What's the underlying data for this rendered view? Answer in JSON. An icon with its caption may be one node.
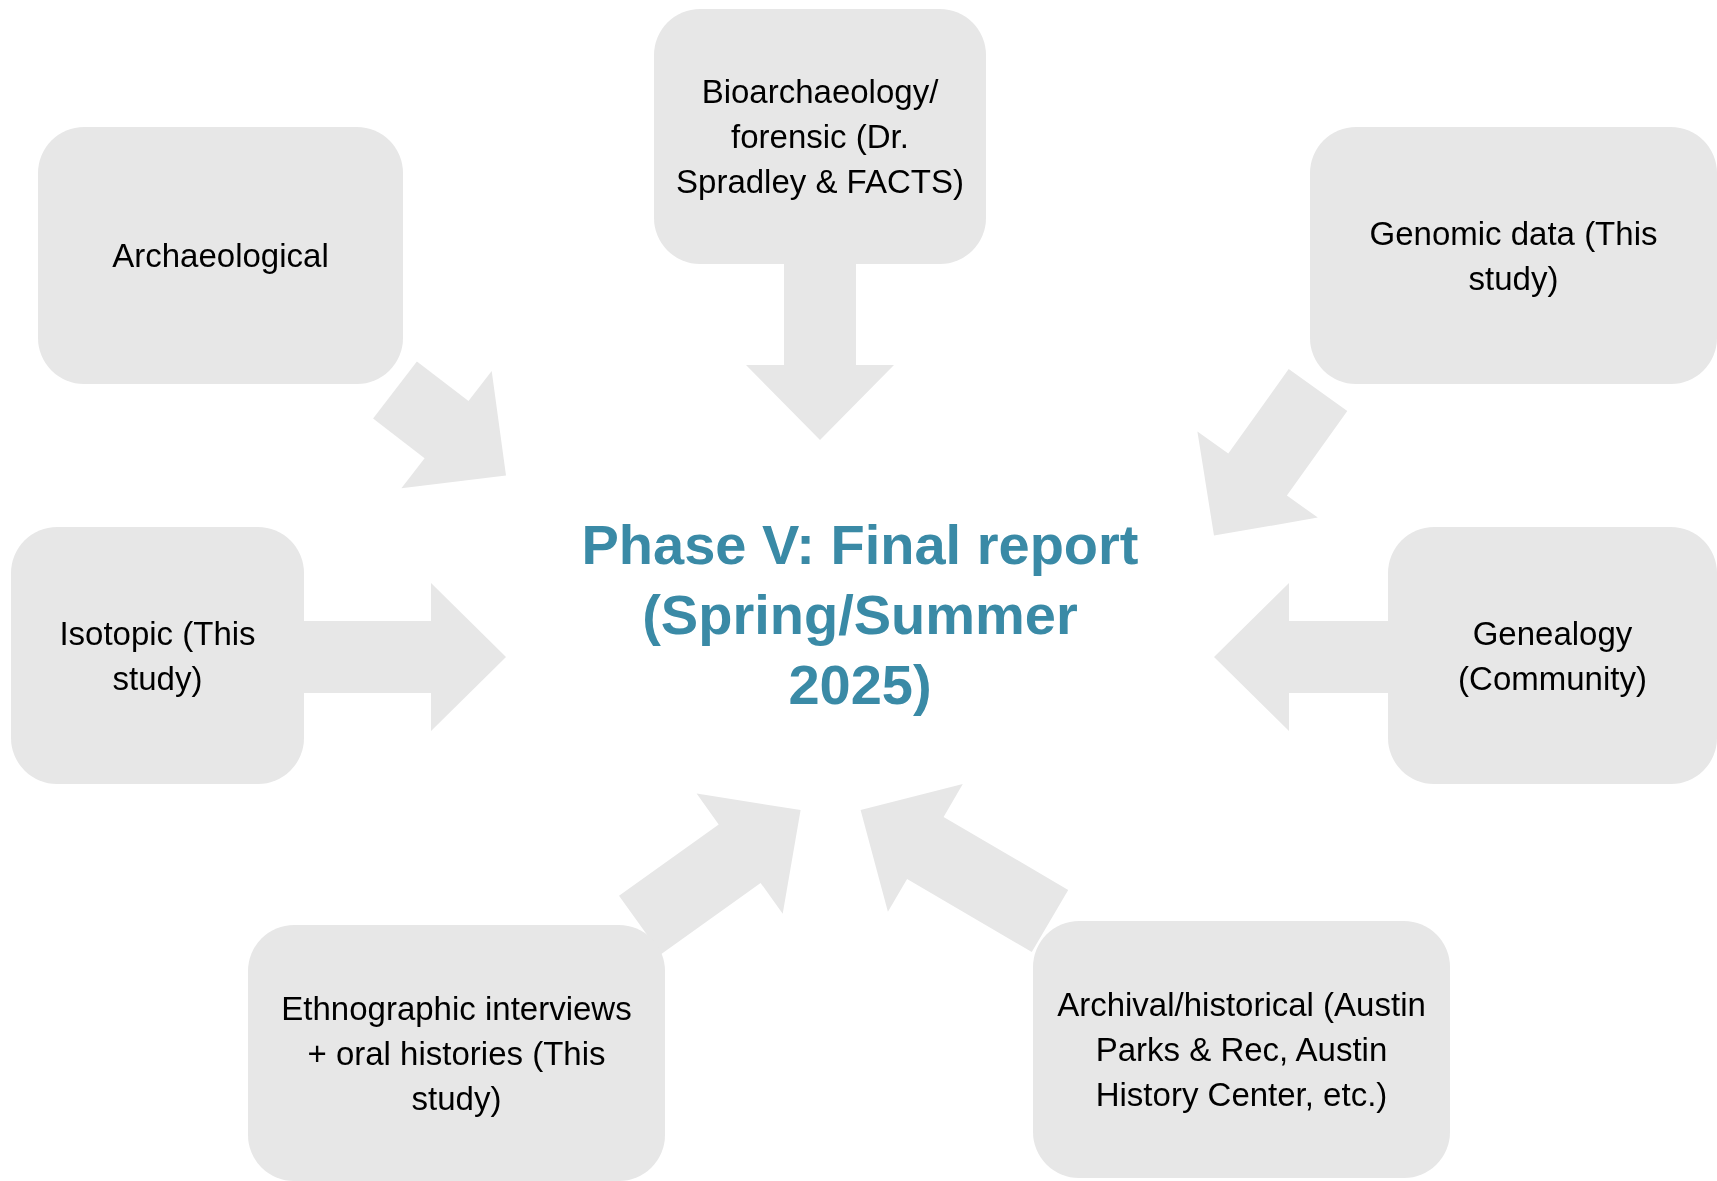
{
  "diagram": {
    "nodes": [
      {
        "text": [
          "Bioarchaeology/ forensic (Dr. Spradley & FACTS)"
        ]
      },
      {
        "text": [
          "Archaeological"
        ]
      },
      {
        "text": [
          "Genomic data (This study)"
        ]
      },
      {
        "text": [
          "Isotopic (This study)"
        ]
      },
      {
        "text": [
          "Phase V: Final report (Spring/Summer 2025)"
        ]
      },
      {
        "text": [
          "Genealogy (Community)"
        ]
      },
      {
        "text": [
          "Ethnographic interviews + oral histories (This study)"
        ]
      },
      {
        "text": [
          "Archival/historical (Austin Parks & Rec, Austin History Center, etc.)"
        ]
      }
    ],
    "edges": [
      {
        "from": 0,
        "to": 4,
        "arrow": "to"
      },
      {
        "from": 1,
        "to": 4,
        "arrow": "to"
      },
      {
        "from": 2,
        "to": 4,
        "arrow": "to"
      },
      {
        "from": 3,
        "to": 4,
        "arrow": "to"
      },
      {
        "from": 5,
        "to": 4,
        "arrow": "to"
      },
      {
        "from": 6,
        "to": 4,
        "arrow": "to"
      },
      {
        "from": 7,
        "to": 4,
        "arrow": "to"
      }
    ]
  }
}
